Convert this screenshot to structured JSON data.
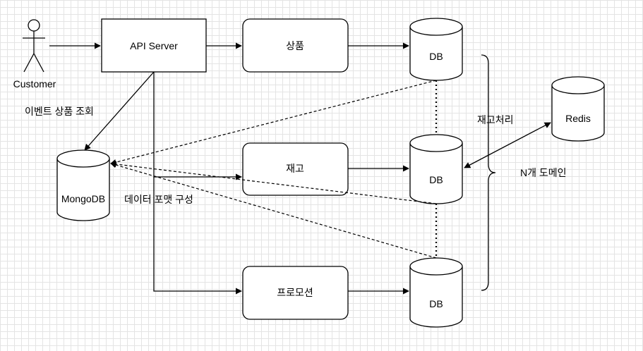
{
  "nodes": {
    "customer": "Customer",
    "api_server": "API Server",
    "product": "상품",
    "inventory": "재고",
    "promotion": "프로모션",
    "db_product": "DB",
    "db_inventory": "DB",
    "db_promotion": "DB",
    "mongodb": "MongoDB",
    "redis": "Redis"
  },
  "labels": {
    "event_product_query": "이벤트 상품 조회",
    "data_format": "데이터 포맷 구성",
    "inventory_processing": "재고처리",
    "n_domains": "N개 도메인"
  }
}
